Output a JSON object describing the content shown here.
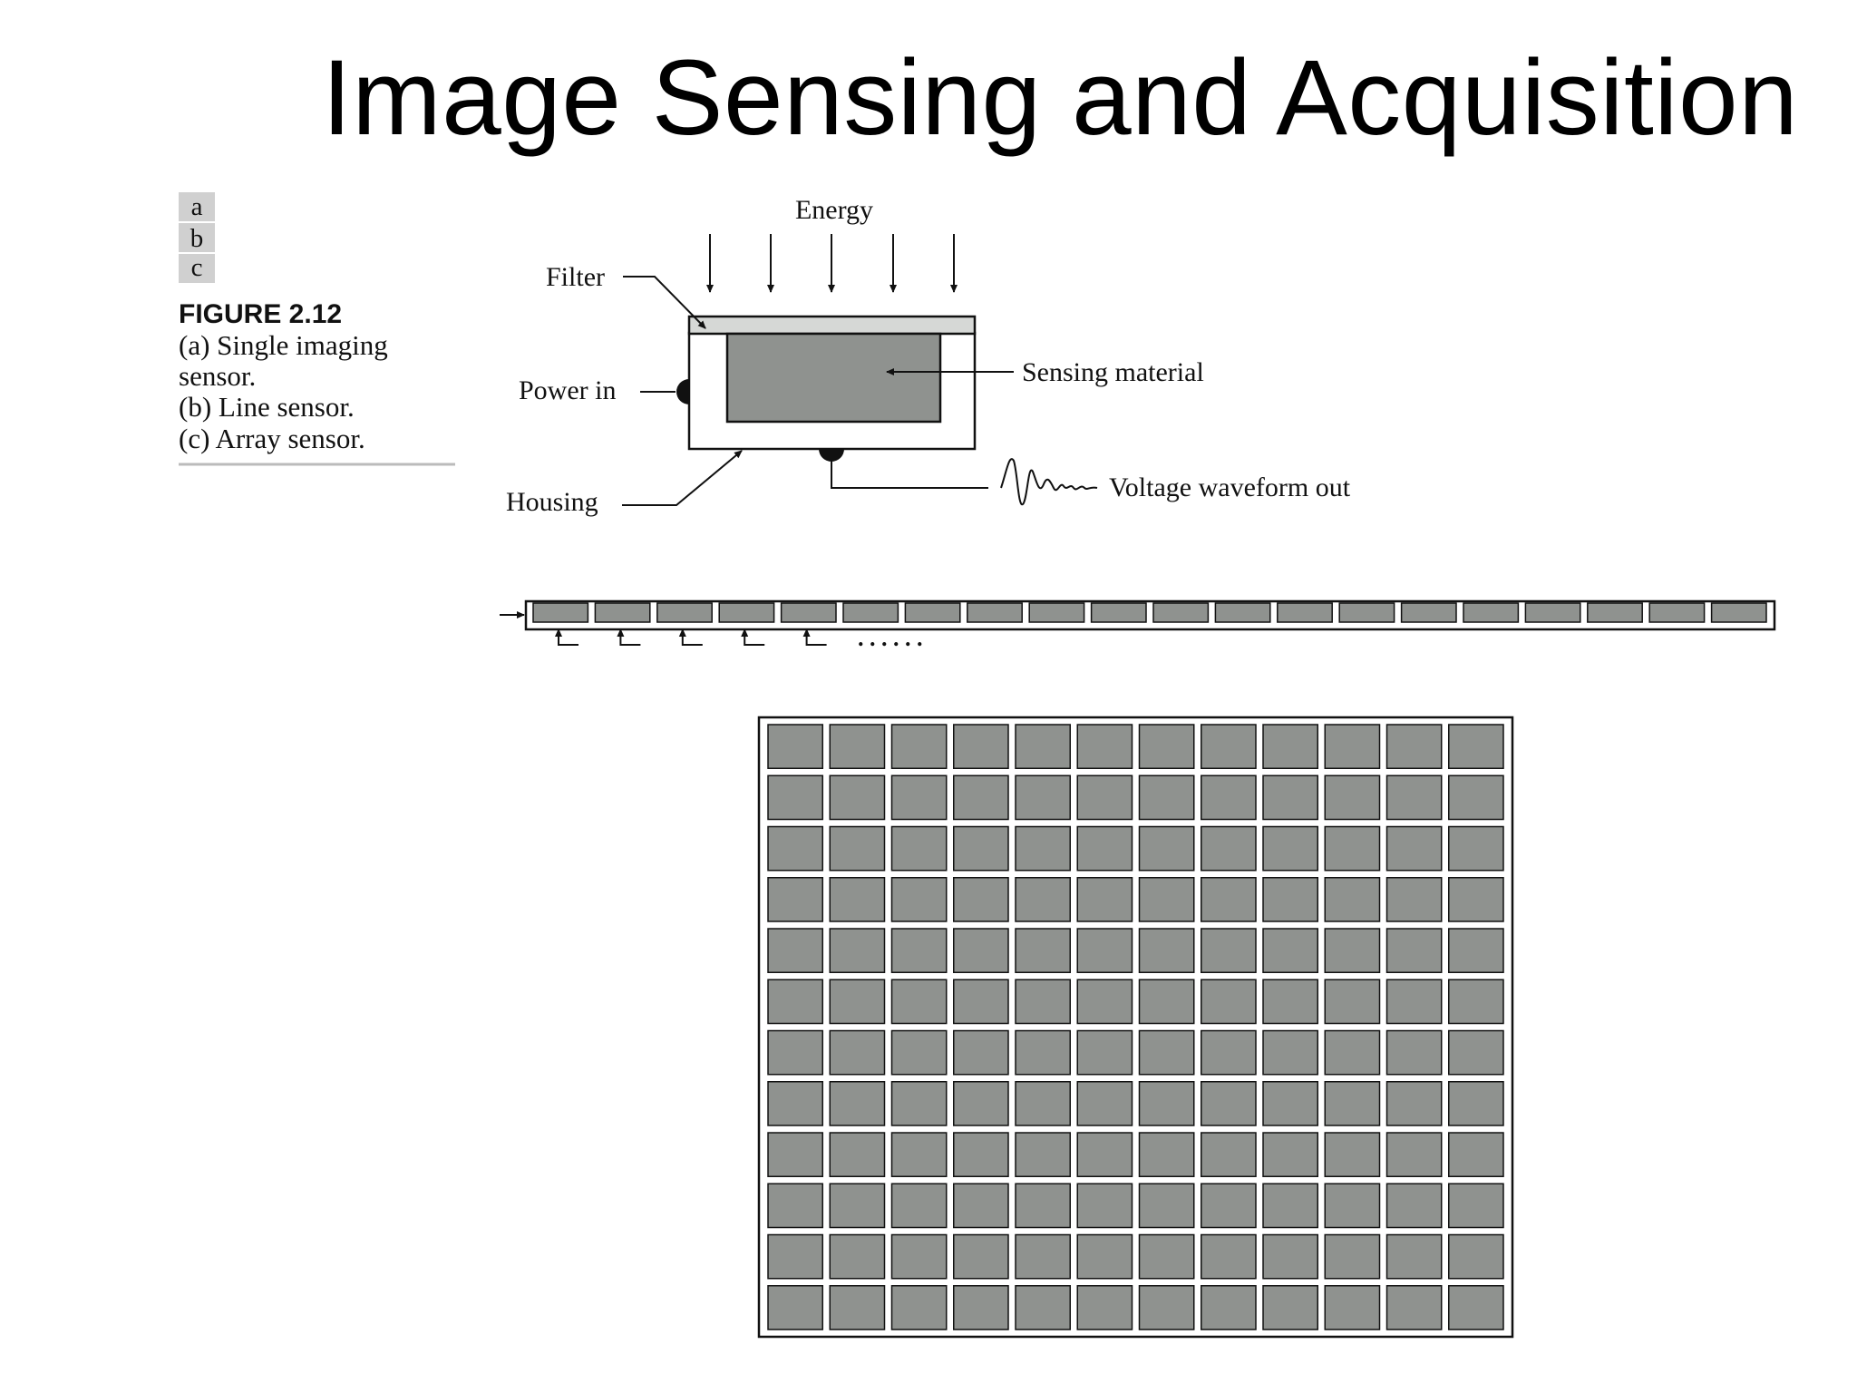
{
  "slide": {
    "title": "Image Sensing and Acquisition"
  },
  "figure": {
    "panel_letters": [
      "a",
      "b",
      "c"
    ],
    "number": "FIGURE 2.12",
    "caption_lines": [
      "(a) Single imaging",
      "sensor.",
      "(b) Line sensor.",
      "(c) Array sensor."
    ]
  },
  "single_sensor": {
    "energy_label": "Energy",
    "filter_label": "Filter",
    "power_label": "Power in",
    "sensing_label": "Sensing material",
    "housing_label": "Housing",
    "output_label": "Voltage waveform out"
  },
  "line_sensor": {
    "cell_count": 20,
    "ellipsis": ". . . . . ."
  },
  "array_sensor": {
    "rows": 12,
    "cols": 12
  },
  "colors": {
    "cell_fill": "#8f928f",
    "filter_fill": "#d6d8d6",
    "stroke": "#111111",
    "panel_letter_bg": "#d0d0d0"
  }
}
